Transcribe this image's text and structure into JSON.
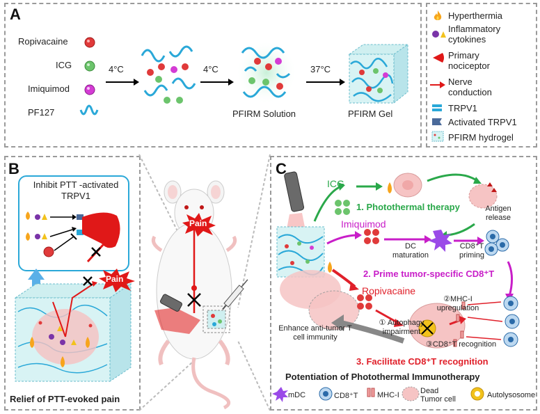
{
  "panelA": {
    "label": "A",
    "components": [
      {
        "name": "Ropivacaine",
        "color": "#e03a3a"
      },
      {
        "name": "ICG",
        "color": "#6cc46c"
      },
      {
        "name": "Imiquimod",
        "color": "#d43cd4"
      },
      {
        "name": "PF127",
        "color": "#2aa8d8"
      }
    ],
    "step1_temp": "4°C",
    "step2_temp": "4°C",
    "step3_temp": "37°C",
    "solution_label": "PFIRM Solution",
    "gel_label": "PFIRM Gel"
  },
  "legend": {
    "items": [
      {
        "icon": "flame-icon",
        "text": "Hyperthermia"
      },
      {
        "icon": "cytokine-icon",
        "text": "Inflammatory cytokines"
      },
      {
        "icon": "nociceptor-icon",
        "text": "Primary nociceptor"
      },
      {
        "icon": "nerve-arrow-icon",
        "text": "Nerve conduction"
      },
      {
        "icon": "trpv1-icon",
        "text": "TRPV1"
      },
      {
        "icon": "activated-trpv1-icon",
        "text": "Activated TRPV1"
      },
      {
        "icon": "hydrogel-icon",
        "text": "PFIRM hydrogel"
      }
    ]
  },
  "panelB": {
    "label": "B",
    "inhibit_title": "Inhibit PTT -activated TRPV1",
    "pain_label": "Pain",
    "caption": "Relief of PTT-evoked pain"
  },
  "mouse": {
    "pain_label": "Pain"
  },
  "panelC": {
    "label": "C",
    "icg_label": "ICG",
    "step1": "1. Photothermal therapy",
    "antigen_release": "Antigen release",
    "imiquimod_label": "Imiquimod",
    "dc_maturation": "DC maturation",
    "cd8_priming": "CD8⁺T priming",
    "step2": "2. Prime tumor-specific CD8⁺T",
    "ropivacaine_label": "Ropivacaine",
    "mhc_upregulation": "②MHC-I upregulation",
    "autophagy": "① Autophagy impairment",
    "cd8_recognition": "③CD8⁺T recognition",
    "enhance": "Enhance anti-tumor T cell immunity",
    "step3": "3. Facilitate CD8⁺T recognition",
    "title": "Potentiation of Photothermal Immunotherapy",
    "bottom_legend": [
      "mDC",
      "CD8⁺T",
      "MHC-I",
      "Dead Tumor cell",
      "Autolysosome"
    ]
  },
  "colors": {
    "green": "#2aa84a",
    "magenta": "#c81ec8",
    "red": "#e0202a",
    "blue": "#2aa8d8",
    "gray": "#9a9a9a"
  }
}
